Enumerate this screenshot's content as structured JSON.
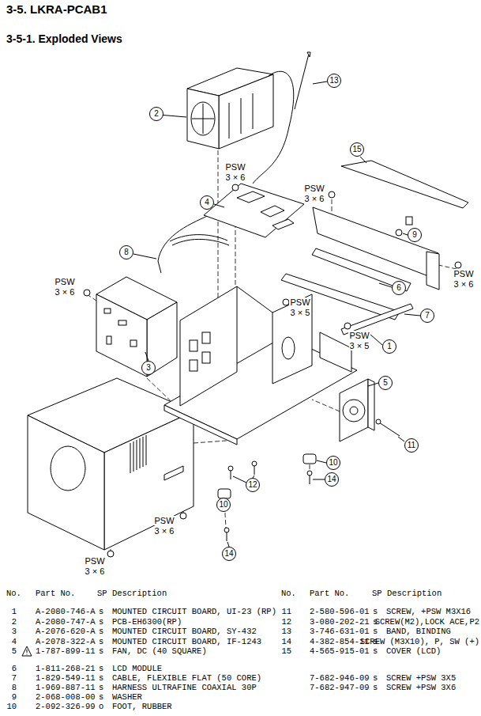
{
  "diagram": {
    "title": "3-5.  LKRA-PCAB1",
    "nodes": [
      {
        "text": [
          "13"
        ]
      },
      {
        "text": [
          "2"
        ]
      },
      {
        "text": [
          "15"
        ]
      },
      {
        "text": [
          "4"
        ]
      },
      {
        "text": [
          "9"
        ]
      },
      {
        "text": [
          "8"
        ]
      },
      {
        "text": [
          "6"
        ]
      },
      {
        "text": [
          "7"
        ]
      },
      {
        "text": [
          "1"
        ]
      },
      {
        "text": [
          "3"
        ]
      },
      {
        "text": [
          "5"
        ]
      },
      {
        "text": [
          "11"
        ]
      },
      {
        "text": [
          "10"
        ]
      },
      {
        "text": [
          "14"
        ]
      },
      {
        "text": [
          "12"
        ]
      },
      {
        "text": [
          "10"
        ]
      },
      {
        "text": [
          "14"
        ]
      }
    ],
    "labels": [
      "3-5-1. Exploded Views",
      "PSW",
      "3 × 6",
      "PSW",
      "3 × 6",
      "PSW",
      "3 × 6",
      "PSW",
      "3 × 6",
      "PSW",
      "3 × 5",
      "PSW",
      "3 × 5",
      "PSW",
      "3 × 6",
      "PSW",
      "3 × 6",
      "No.",
      "Part No.",
      "SP Description",
      "No.",
      "Part No.",
      "SP Description",
      "1",
      "A-2080-746-A",
      "s",
      "MOUNTED CIRCUIT BOARD, UI-23 (RP)",
      "2",
      "A-2080-747-A",
      "s",
      "PCB-EH6300(RP)",
      "3",
      "A-2076-620-A",
      "s",
      "MOUNTED CIRCUIT BOARD, SY-432",
      "4",
      "A-2078-322-A",
      "s",
      "MOUNTED CIRCUIT BOARD, IF-1243",
      "5",
      "1-787-899-11",
      "s",
      "FAN, DC (40 SQUARE)",
      "6",
      "1-811-268-21",
      "s",
      "LCD MODULE",
      "7",
      "1-829-549-11",
      "s",
      "CABLE, FLEXIBLE FLAT (50 CORE)",
      "8",
      "1-969-887-11",
      "s",
      "HARNESS ULTRAFINE COAXIAL 30P",
      "9",
      "2-068-008-00",
      "s",
      "WASHER",
      "10",
      "2-092-326-99",
      "o",
      "FOOT, RUBBER",
      "11",
      "2-580-596-01",
      "s",
      "SCREW, +PSW M3X16",
      "12",
      "3-080-202-21",
      "s",
      "SCREW(M2),LOCK ACE,P2",
      "13",
      "3-746-631-01",
      "s",
      "BAND, BINDING",
      "14",
      "4-382-854-11",
      "s",
      "SCREW (M3X10), P, SW (+)",
      "15",
      "4-565-915-01",
      "s",
      "COVER (LCD)",
      "7-682-946-09",
      "s",
      "SCREW +PSW 3X5",
      "7-682-947-09",
      "s",
      "SCREW +PSW 3X6"
    ]
  }
}
